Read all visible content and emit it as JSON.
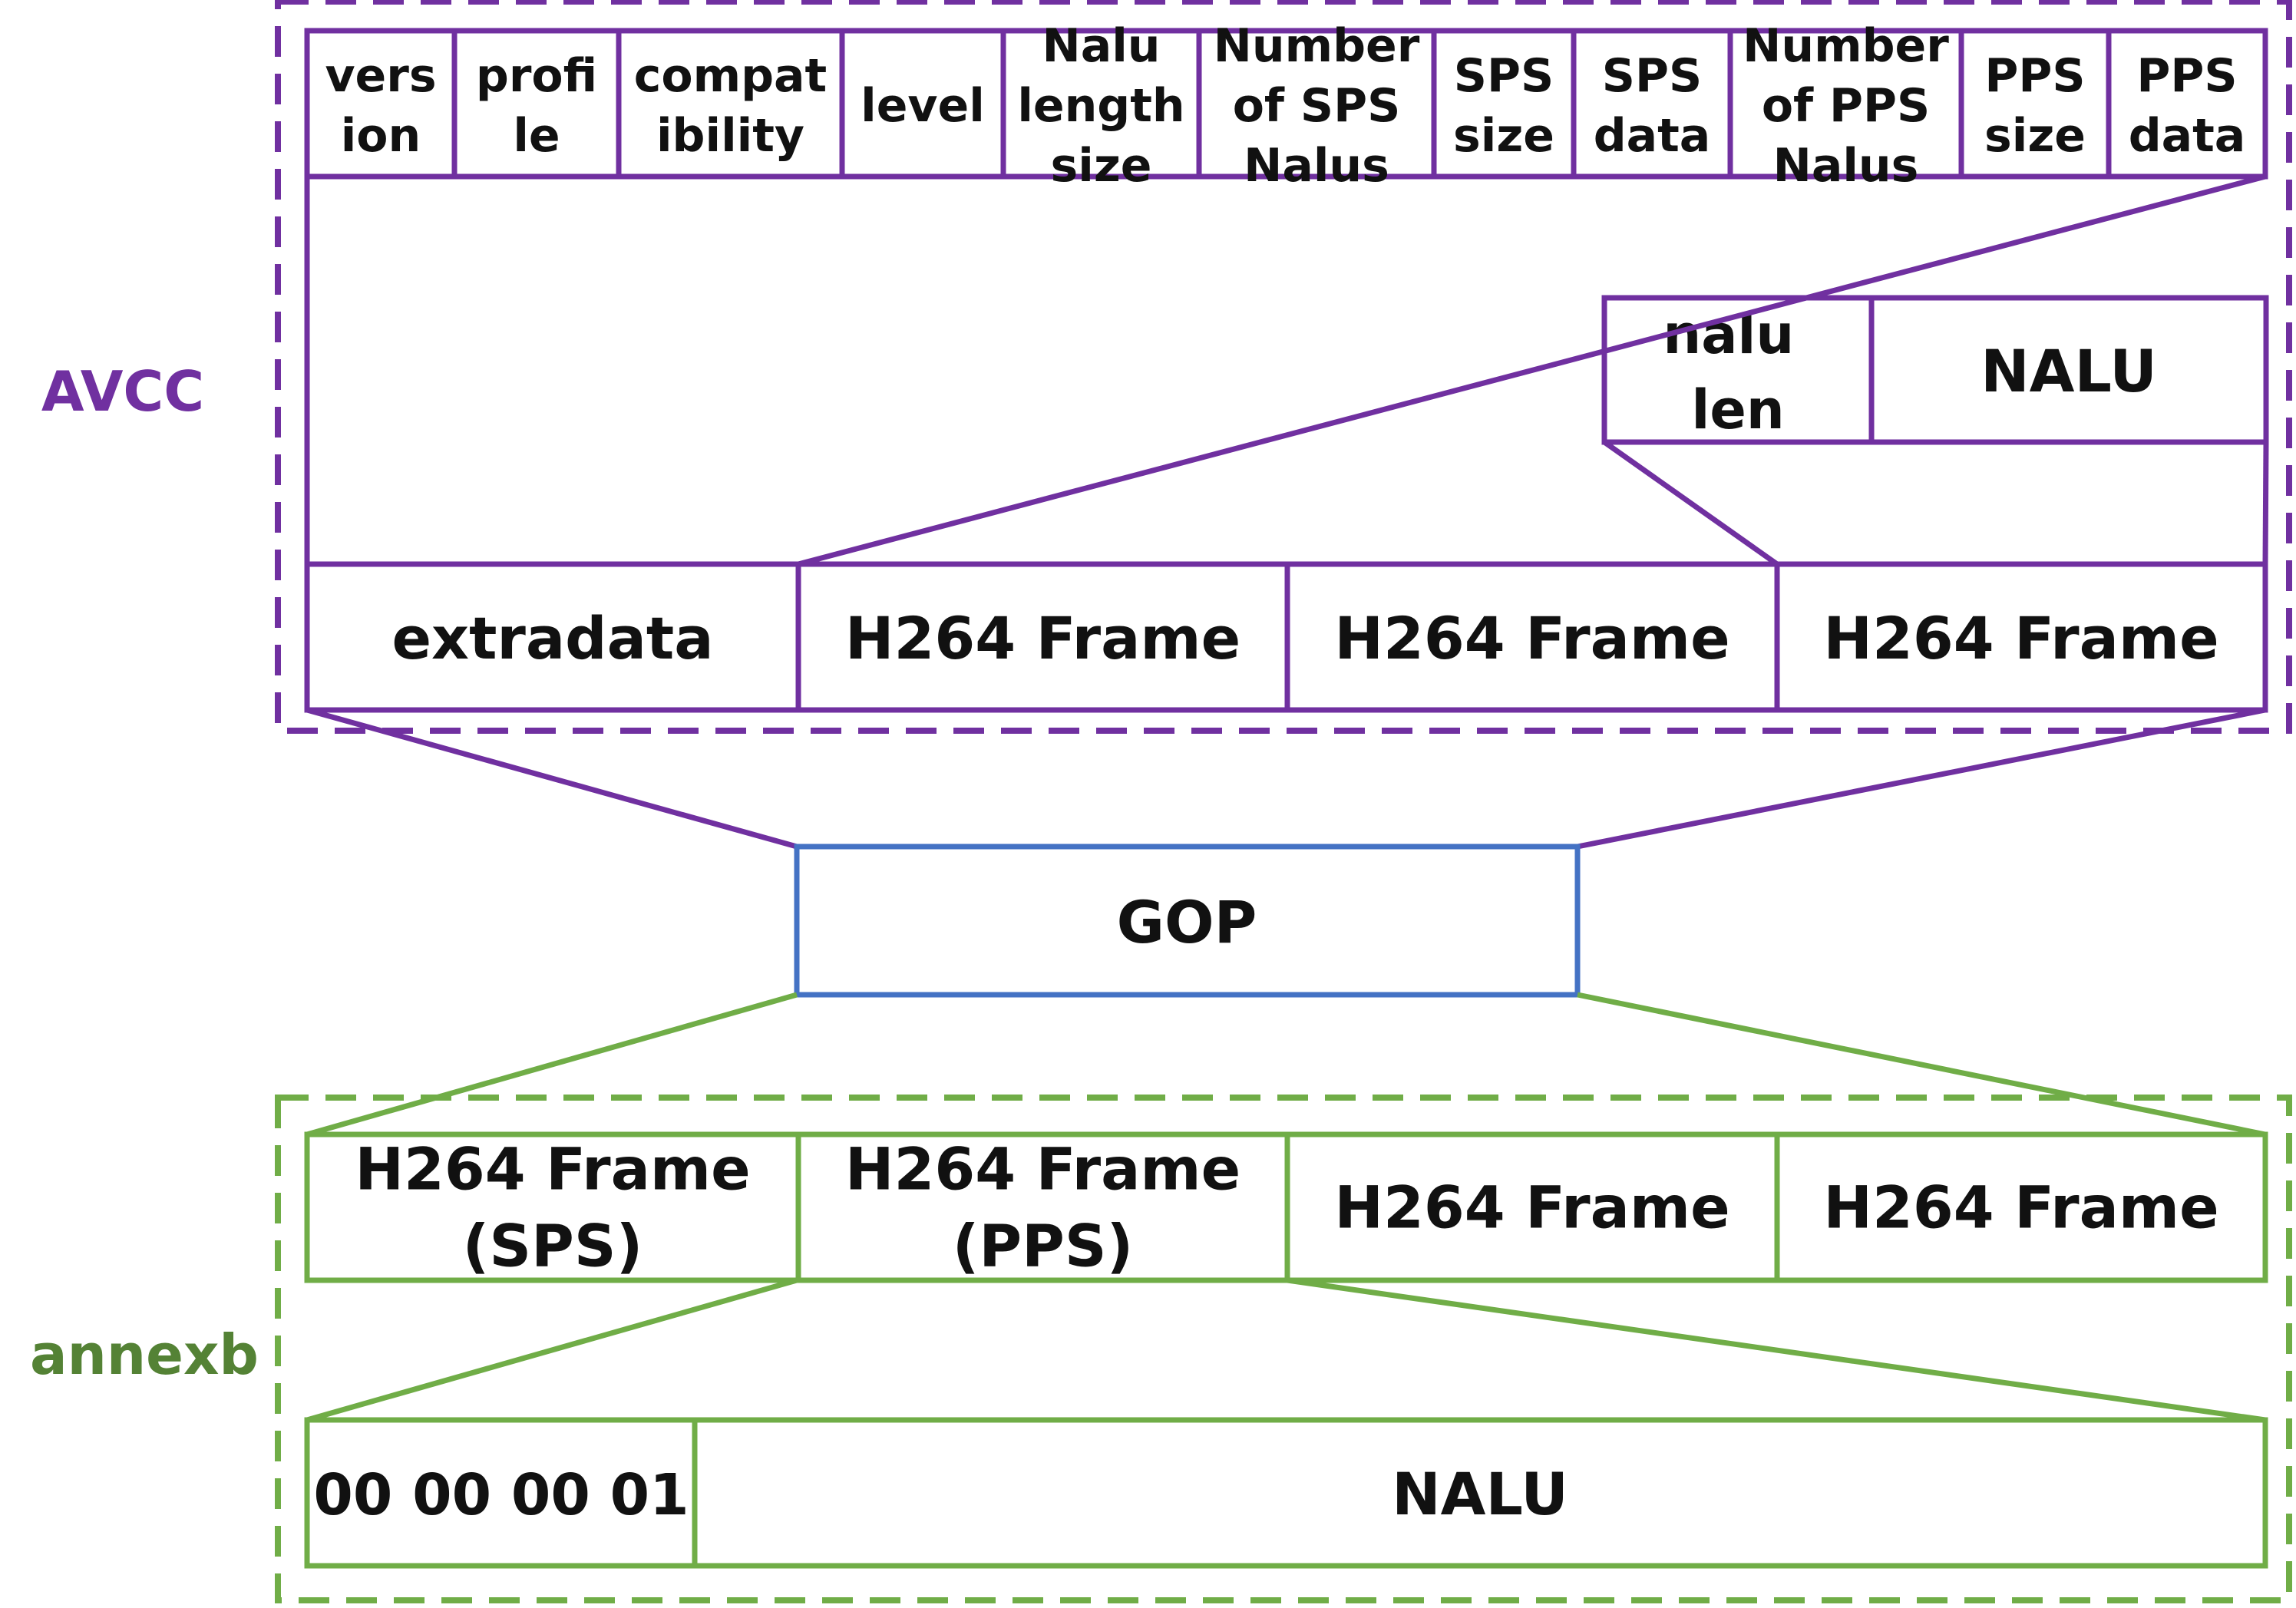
{
  "colors": {
    "avcc": "#7030a0",
    "annexb": "#70ad47",
    "gop": "#4472c4",
    "text": "#111111",
    "avcc_label": "#7030a0",
    "annexb_label": "#548235"
  },
  "avcc": {
    "label": "AVCC",
    "extradata_fields": [
      [
        "vers",
        "ion"
      ],
      [
        "profi",
        "le"
      ],
      [
        "compat",
        "ibility"
      ],
      [
        "level"
      ],
      [
        "Nalu",
        "length",
        "size"
      ],
      [
        "Number",
        "of SPS",
        "Nalus"
      ],
      [
        "SPS",
        "size"
      ],
      [
        "SPS",
        "data"
      ],
      [
        "Number",
        "of PPS",
        "Nalus"
      ],
      [
        "PPS",
        "size"
      ],
      [
        "PPS",
        "data"
      ]
    ],
    "nalu_unit": {
      "len_lines": [
        "nalu",
        "len"
      ],
      "nalu": "NALU"
    },
    "stream": [
      "extradata",
      "H264 Frame",
      "H264 Frame",
      "H264 Frame"
    ]
  },
  "gop": {
    "label": "GOP"
  },
  "annexb": {
    "label": "annexb",
    "frames": [
      [
        "H264 Frame",
        "(SPS)"
      ],
      [
        "H264 Frame",
        "(PPS)"
      ],
      [
        "H264 Frame"
      ],
      [
        "H264 Frame"
      ]
    ],
    "nalu_unit": {
      "start_code": "00 00 00 01",
      "nalu": "NALU"
    }
  }
}
